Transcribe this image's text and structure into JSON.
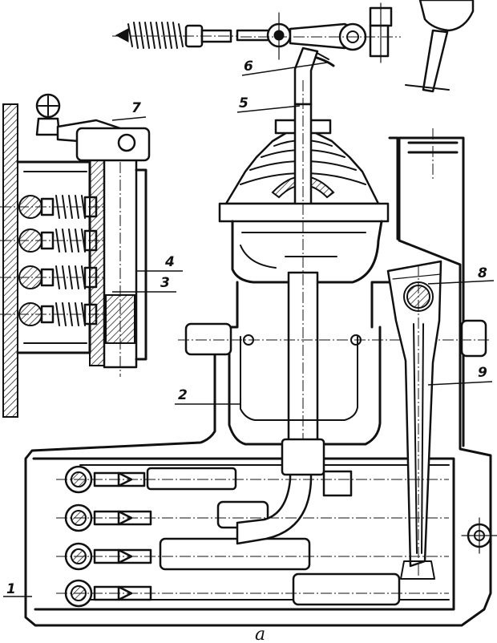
{
  "labels": {
    "l1": "1",
    "l2": "2",
    "l3": "3",
    "l4": "4",
    "l5": "5",
    "l6": "6",
    "l7": "7",
    "l8": "8",
    "l9": "9"
  },
  "caption": "а"
}
